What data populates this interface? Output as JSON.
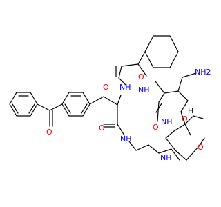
{
  "molecule": {
    "atom_labels": {
      "o_benzophenone": "O",
      "o_cha_carbonyl": "O",
      "o_bpa_carbonyl": "O",
      "o_lys_carbonyl": "O",
      "o_acid_1": "O",
      "o_acid_2": "O",
      "o_lactam": "O",
      "nh_cha": "NH",
      "h_cha": "",
      "nh_bpa": "NH",
      "nh_lys": "NH",
      "nh_ring_lys": "NH",
      "nh2_side_chain": "NH2",
      "nh_lactam": "NH",
      "stereo_h": "H"
    },
    "colors": {
      "bond": "#000000",
      "oxygen": "#ff0000",
      "nitrogen": "#0000ff"
    }
  }
}
